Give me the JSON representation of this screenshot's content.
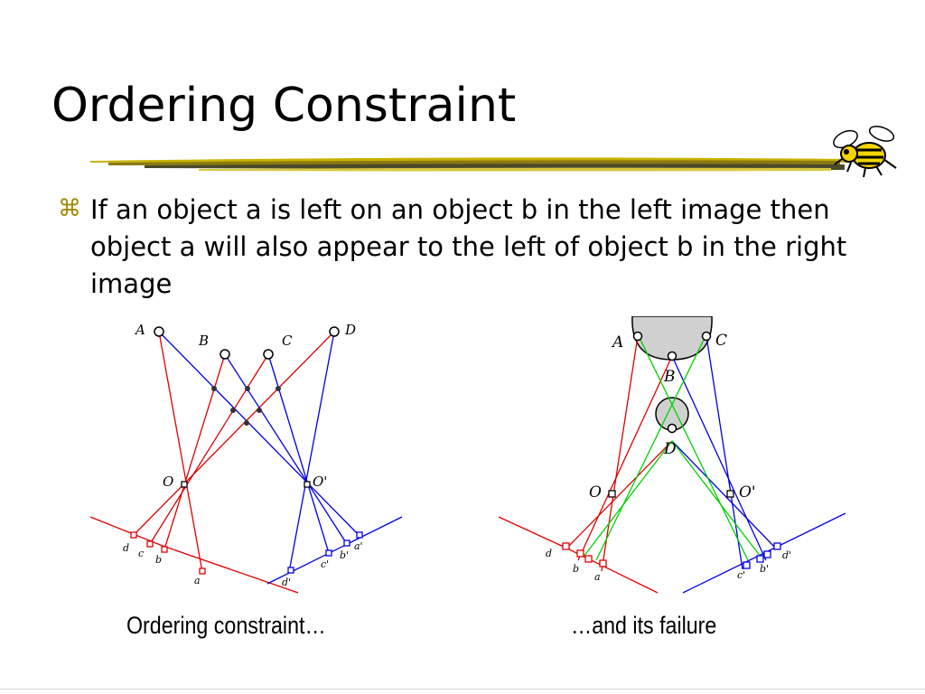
{
  "slide": {
    "title": "Ordering Constraint",
    "bullet_icon": "command-key-icon",
    "bullet_text": "If an object a is left on an object b in the left image then object a will also appear to the left of object b in the right image",
    "colors": {
      "red": "#e00000",
      "blue": "#0000e0",
      "green": "#00d000",
      "gold": "#a38a00",
      "gray": "#d0d0d0"
    }
  },
  "figure_left": {
    "caption": "Ordering constraint…",
    "labels": {
      "A": "A",
      "B": "B",
      "C": "C",
      "D": "D",
      "O": "O",
      "O_prime": "O'",
      "a": "a",
      "b": "b",
      "c": "c",
      "d": "d",
      "a_prime": "a'",
      "b_prime": "b'",
      "c_prime": "c'",
      "d_prime": "d'"
    }
  },
  "figure_right": {
    "caption": "…and its failure",
    "labels": {
      "A": "A",
      "B": "B",
      "C": "C",
      "D": "D",
      "O": "O",
      "O_prime": "O'",
      "a": "a",
      "b": "b",
      "d": "d",
      "b_prime": "b'",
      "c_prime": "c'",
      "d_prime": "d'"
    }
  }
}
